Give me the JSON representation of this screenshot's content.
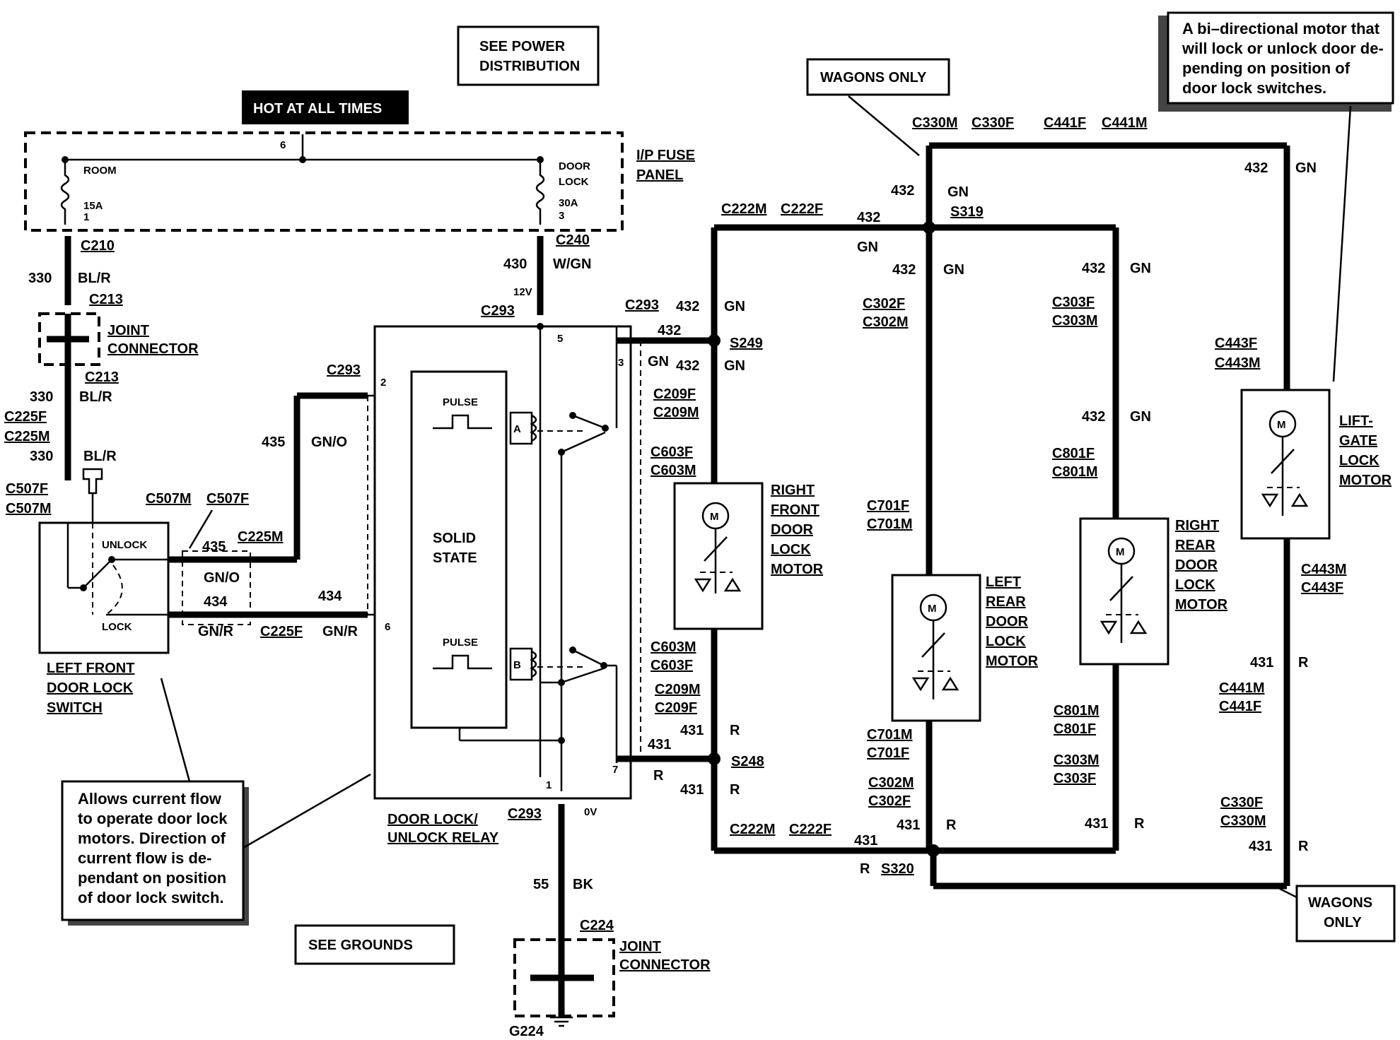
{
  "boxes": {
    "power_dist": [
      "SEE POWER",
      "DISTRIBUTION"
    ],
    "hot": "HOT AT ALL TIMES",
    "wagons_top": "WAGONS ONLY",
    "wagons_bottom": [
      "WAGONS",
      "ONLY"
    ],
    "see_grounds": "SEE GROUNDS"
  },
  "notes": {
    "top_right": [
      "A bi–directional motor that",
      "will lock or unlock door de-",
      "pending on position of",
      "door lock switches."
    ],
    "bottom_left": [
      "Allows current flow",
      "to operate door lock",
      "motors. Direction of",
      "current flow is de-",
      "pendant on position",
      "of door lock switch."
    ]
  },
  "fuse_panel": {
    "label": [
      "I/P FUSE",
      "PANEL"
    ],
    "room": "ROOM",
    "room_amp": "15A",
    "room_pin": "1",
    "door_lock": [
      "DOOR",
      "LOCK"
    ],
    "door_amp": "30A",
    "door_pin": "3",
    "bus_pin": "6"
  },
  "components": {
    "joint_top": [
      "JOINT",
      "CONNECTOR"
    ],
    "joint_bottom": [
      "JOINT",
      "CONNECTOR"
    ],
    "switch": [
      "LEFT FRONT",
      "DOOR LOCK",
      "SWITCH"
    ],
    "switch_unlock": "UNLOCK",
    "switch_lock": "LOCK",
    "relay": [
      "DOOR LOCK/",
      "UNLOCK RELAY"
    ],
    "solid_state": [
      "SOLID",
      "STATE"
    ],
    "pulse": "PULSE",
    "coil_a": "A",
    "coil_b": "B",
    "rf_motor": [
      "RIGHT",
      "FRONT",
      "DOOR",
      "LOCK",
      "MOTOR"
    ],
    "lr_motor": [
      "LEFT",
      "REAR",
      "DOOR",
      "LOCK",
      "MOTOR"
    ],
    "rr_motor": [
      "RIGHT",
      "REAR",
      "DOOR",
      "LOCK",
      "MOTOR"
    ],
    "lg_motor": [
      "LIFT-",
      "GATE",
      "LOCK",
      "MOTOR"
    ],
    "motor_m": "M",
    "ground": "G224"
  },
  "connectors": {
    "c210": "C210",
    "c213": "C213",
    "c225f": "C225F",
    "c225m": "C225M",
    "c507f": "C507F",
    "c507m": "C507M",
    "c240": "C240",
    "c293": "C293",
    "c224": "C224",
    "c222m": "C222M",
    "c222f": "C222F",
    "c330m": "C330M",
    "c330f": "C330F",
    "c441f": "C441F",
    "c441m": "C441M",
    "s319": "S319",
    "s249": "S249",
    "s248": "S248",
    "s320": "S320",
    "c209f": "C209F",
    "c209m": "C209M",
    "c603f": "C603F",
    "c603m": "C603M",
    "c302f": "C302F",
    "c302m": "C302M",
    "c303f": "C303F",
    "c303m": "C303M",
    "c701f": "C701F",
    "c701m": "C701M",
    "c801f": "C801F",
    "c801m": "C801M",
    "c443f": "C443F",
    "c443m": "C443M"
  },
  "wires": {
    "w330": "330",
    "blr": "BL/R",
    "w430": "430",
    "wgn": "W/GN",
    "w435": "435",
    "gno": "GN/O",
    "w434": "434",
    "gnr": "GN/R",
    "w432": "432",
    "gn": "GN",
    "w431": "431",
    "r": "R",
    "w55": "55",
    "bk": "BK",
    "v12": "12V",
    "v0": "0V",
    "p1": "1",
    "p2": "2",
    "p3": "3",
    "p5": "5",
    "p6": "6",
    "p7": "7"
  }
}
